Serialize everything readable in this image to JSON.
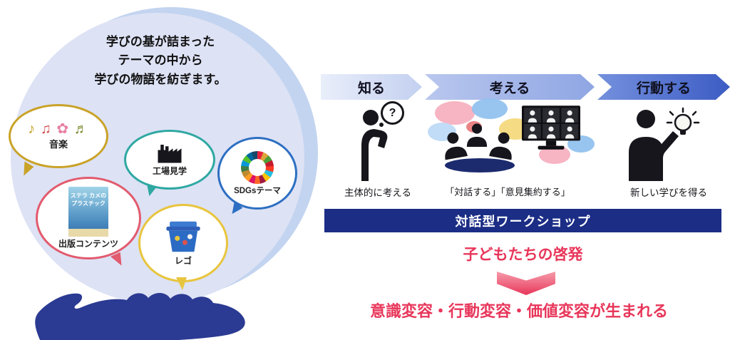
{
  "left_panel": {
    "title_lines": [
      "学びの基が詰まった",
      "テーマの中から",
      "学びの物語を紡ぎます。"
    ],
    "bubbles": [
      {
        "label": "音楽"
      },
      {
        "label": "工場見学"
      },
      {
        "label": "SDGsテーマ"
      },
      {
        "label": "出版コンテンツ",
        "book_lines": [
          "ステラ カメの",
          "プラスチック"
        ]
      },
      {
        "label": "レゴ"
      }
    ]
  },
  "process": {
    "steps": [
      {
        "label": "知る",
        "caption": "主体的に考える"
      },
      {
        "label": "考える",
        "caption": "「対話する」「意見集約する」"
      },
      {
        "label": "行動する",
        "caption": "新しい学びを得る"
      }
    ],
    "question_mark": "?",
    "banner": "対話型ワークショップ"
  },
  "outcome": {
    "headline": "子どもたちの啓発",
    "result": "意識変容・行動変容・価値変容が生まれる"
  },
  "icons": {
    "music_glyphs": [
      "♪",
      "♫",
      "✿",
      "♬"
    ]
  },
  "colors": {
    "navy_banner": "#1b2d85",
    "hand_navy": "#2b3a92",
    "accent_red": "#e8365a",
    "arrow_light": "#c3d0f0",
    "arrow_mid": "#8fa6e4",
    "arrow_dark": "#3c5cc4",
    "circle_bg": "#dde2f5"
  }
}
